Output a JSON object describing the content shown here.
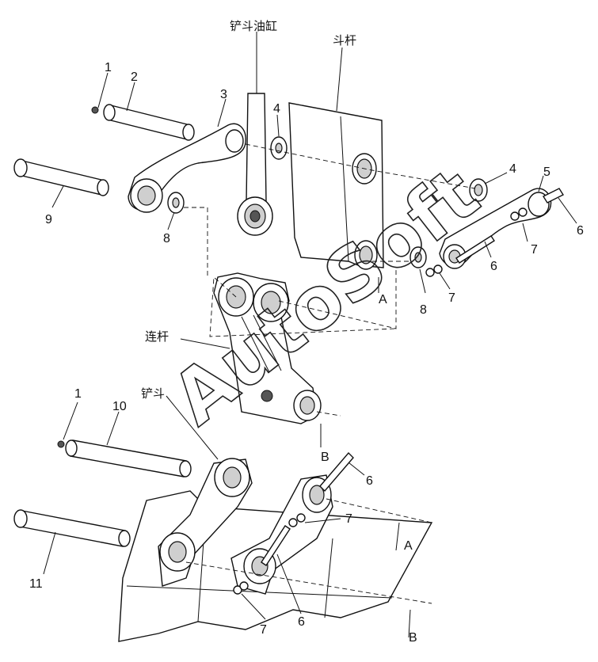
{
  "labels": {
    "bucket_cylinder": "铲斗油缸",
    "arm": "斗杆",
    "link": "连杆",
    "bucket": "铲斗",
    "view_a": "A",
    "view_b": "B"
  },
  "part_numbers": {
    "p1": "1",
    "p2": "2",
    "p3": "3",
    "p4": "4",
    "p5": "5",
    "p6": "6",
    "p7": "7",
    "p8": "8",
    "p9": "9",
    "p10": "10",
    "p11": "11"
  },
  "watermark": "AutoSoft"
}
